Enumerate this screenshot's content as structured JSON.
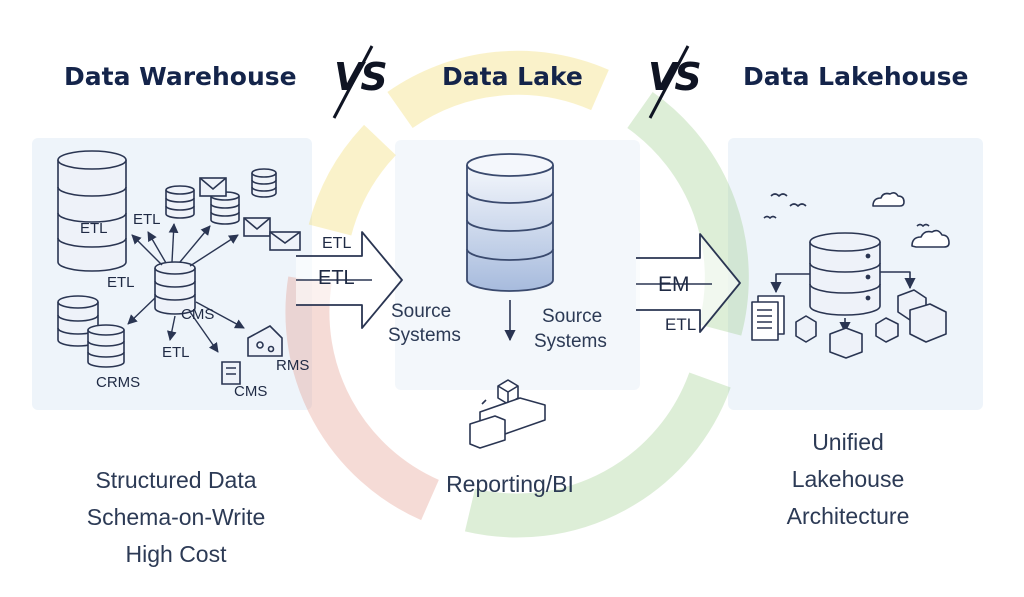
{
  "headings": {
    "warehouse": "Data Warehouse",
    "lake": "Data Lake",
    "lakehouse": "Data Lakehouse"
  },
  "vs_label": "VS",
  "warehouse_labels": {
    "etl_db": "ETL",
    "etl_top": "ETL",
    "etl_left": "ETL",
    "cms_center": "CMS",
    "etl_bottom": "ETL",
    "rms": "RMS",
    "cms_bottom": "CMS",
    "crms": "CRMS"
  },
  "arrow1_labels": {
    "small": "ETL",
    "large": "ETL"
  },
  "lake_labels": {
    "source_left": [
      "Source",
      "Systems"
    ],
    "source_right": [
      "Source",
      "Systems"
    ]
  },
  "arrow2_labels": {
    "large": "EM",
    "small": "ETL"
  },
  "captions": {
    "warehouse": [
      "Structured Data",
      "Schema-on-Write",
      "High Cost"
    ],
    "lake": [
      "Reporting/BI"
    ],
    "lakehouse": [
      "Unified",
      "Lakehouse",
      "Architecture"
    ]
  },
  "colors": {
    "heading": "#14244a",
    "line": "#2a3552",
    "db_fill": "#eef2f9",
    "lake_db_top": "#f4f7fc",
    "lake_db_bottom": "#9fb3d8",
    "panel": "#eaf1f9",
    "watermark_yellow": "#f3dc6a",
    "watermark_green": "#9fcf8f",
    "watermark_red": "#e59a8c",
    "watermark_blue": "#b9cbe4"
  }
}
